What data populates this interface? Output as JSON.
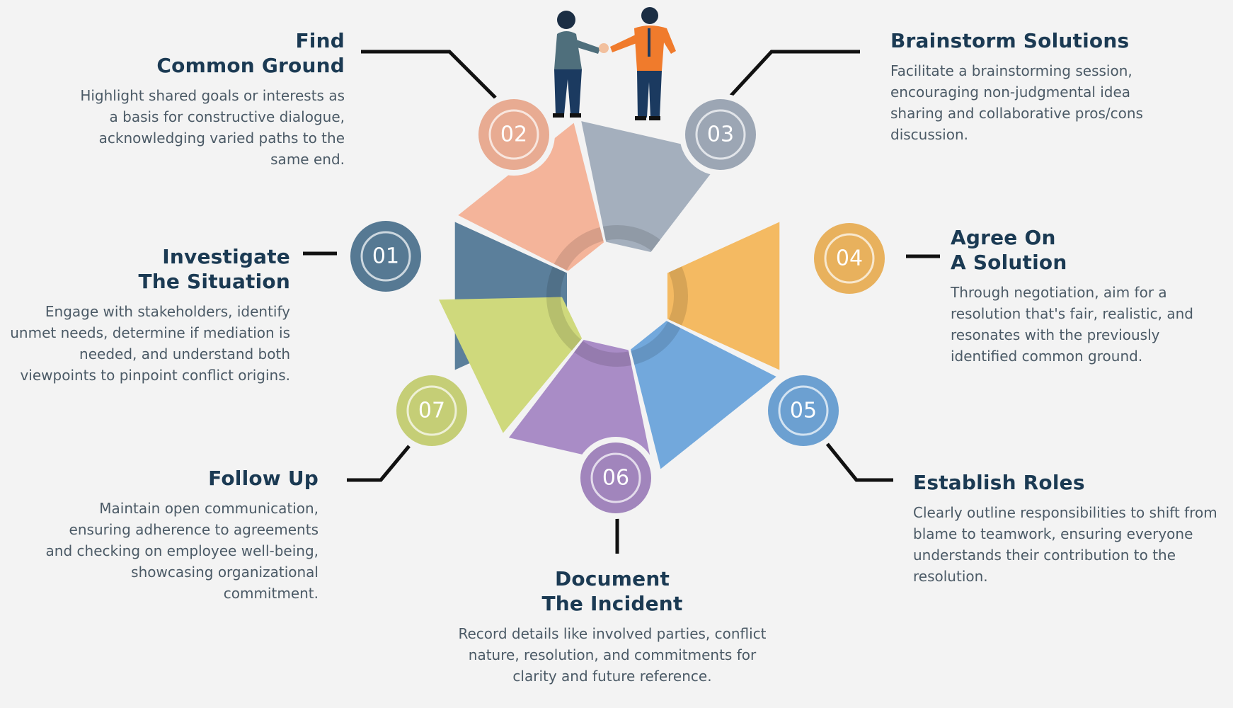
{
  "steps": [
    {
      "num": "01",
      "title_line1": "Investigate",
      "title_line2": "The Situation",
      "description": "Engage with stakeholders, identify unmet needs, determine if mediation is needed, and understand both viewpoints to pinpoint conflict origins.",
      "color": "#5b7f9b"
    },
    {
      "num": "02",
      "title_line1": "Find",
      "title_line2": "Common Ground",
      "description": "Highlight shared goals or interests as a basis for constructive dialogue, acknowledging varied paths to the same end.",
      "color": "#f4b49a"
    },
    {
      "num": "03",
      "title_line1": "Brainstorm Solutions",
      "title_line2": "",
      "description": "Facilitate a brainstorming session, encouraging non-judgmental idea sharing and collaborative pros/cons discussion.",
      "color": "#a4afbd"
    },
    {
      "num": "04",
      "title_line1": "Agree On",
      "title_line2": "A Solution",
      "description": "Through negotiation, aim for a resolution that's fair, realistic, and resonates with the previously identified common ground.",
      "color": "#f4ba62"
    },
    {
      "num": "05",
      "title_line1": "Establish Roles",
      "title_line2": "",
      "description": "Clearly outline responsibilities to shift from blame to teamwork, ensuring everyone understands their contribution to the resolution.",
      "color": "#72a8dc"
    },
    {
      "num": "06",
      "title_line1": "Document",
      "title_line2": "The Incident",
      "description": "Record details like involved parties, conflict nature, resolution, and commitments for clarity and future reference.",
      "color": "#a98cc6"
    },
    {
      "num": "07",
      "title_line1": "Follow Up",
      "title_line2": "",
      "description": "Maintain open communication, ensuring adherence to agreements and checking on employee well-being, showcasing organizational commitment.",
      "color": "#cfd97c"
    }
  ],
  "icons": {
    "handshake": "two-people-handshake-illustration"
  },
  "colors": {
    "title": "#1b3a53",
    "body_text": "#4b5a66",
    "connector": "#111111",
    "background": "#f3f3f3"
  }
}
